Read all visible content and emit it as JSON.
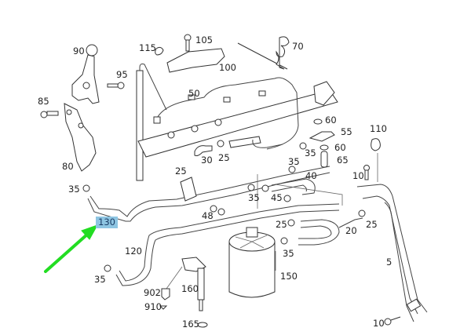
{
  "diagram": {
    "title": "Fuel line / fuel filter parts diagram",
    "highlight_color": "#8ec5e2",
    "arrow_color": "#22dd22",
    "highlighted_part": "130",
    "labels": [
      {
        "id": "90",
        "text": "90"
      },
      {
        "id": "115",
        "text": "115"
      },
      {
        "id": "105",
        "text": "105"
      },
      {
        "id": "70",
        "text": "70"
      },
      {
        "id": "100",
        "text": "100"
      },
      {
        "id": "95",
        "text": "95"
      },
      {
        "id": "85",
        "text": "85"
      },
      {
        "id": "50",
        "text": "50"
      },
      {
        "id": "60a",
        "text": "60"
      },
      {
        "id": "55",
        "text": "55"
      },
      {
        "id": "110",
        "text": "110"
      },
      {
        "id": "60b",
        "text": "60"
      },
      {
        "id": "35a",
        "text": "35"
      },
      {
        "id": "65",
        "text": "65"
      },
      {
        "id": "80",
        "text": "80"
      },
      {
        "id": "30",
        "text": "30"
      },
      {
        "id": "25a",
        "text": "25"
      },
      {
        "id": "35b",
        "text": "35"
      },
      {
        "id": "25b",
        "text": "25"
      },
      {
        "id": "10a",
        "text": "10"
      },
      {
        "id": "40",
        "text": "40"
      },
      {
        "id": "35c",
        "text": "35"
      },
      {
        "id": "35d",
        "text": "35"
      },
      {
        "id": "45",
        "text": "45"
      },
      {
        "id": "48",
        "text": "48"
      },
      {
        "id": "130",
        "text": "130"
      },
      {
        "id": "25c",
        "text": "25"
      },
      {
        "id": "20",
        "text": "20"
      },
      {
        "id": "25d",
        "text": "25"
      },
      {
        "id": "120",
        "text": "120"
      },
      {
        "id": "35e",
        "text": "35"
      },
      {
        "id": "35f",
        "text": "35"
      },
      {
        "id": "5",
        "text": "5"
      },
      {
        "id": "150",
        "text": "150"
      },
      {
        "id": "902",
        "text": "902"
      },
      {
        "id": "160",
        "text": "160"
      },
      {
        "id": "910",
        "text": "910"
      },
      {
        "id": "165",
        "text": "165"
      },
      {
        "id": "10b",
        "text": "10"
      }
    ]
  }
}
